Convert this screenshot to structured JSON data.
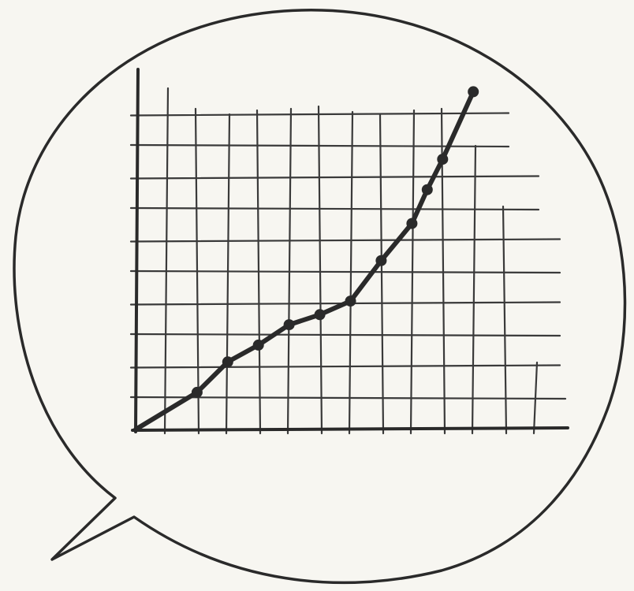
{
  "chart_data": {
    "type": "line",
    "title": "",
    "xlabel": "",
    "ylabel": "",
    "grid": true,
    "legend": "none",
    "x": [
      0,
      2,
      3,
      4,
      5,
      6,
      7,
      8,
      9,
      9.5,
      10,
      11
    ],
    "series": [
      {
        "values": [
          0,
          1.1,
          2,
          2.5,
          3.1,
          3.4,
          3.8,
          5,
          6.1,
          7.1,
          8,
          10
        ]
      }
    ],
    "xlim": [
      0,
      14
    ],
    "ylim": [
      0,
      10.5
    ],
    "marker": "filled-circle"
  },
  "style": {
    "paper": "#f7f6f1",
    "ink": "#2a2a2a",
    "grid_ink": "#3a3a3a"
  }
}
